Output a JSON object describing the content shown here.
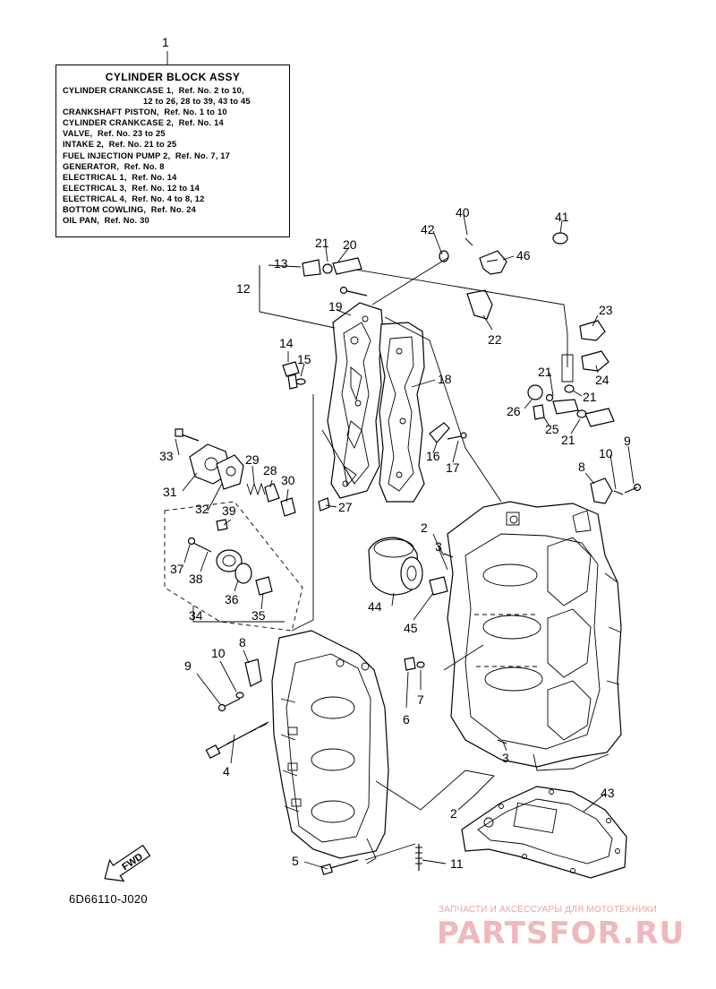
{
  "info_box": {
    "title": "CYLINDER BLOCK ASSY",
    "lines": [
      {
        "text": "CYLINDER CRANKCASE 1,  Ref. No. 2 to 10,",
        "indent": false
      },
      {
        "text": "12 to 26, 28 to 39, 43 to 45",
        "indent": true
      },
      {
        "text": "CRANKSHAFT PISTON,  Ref. No. 1 to 10",
        "indent": false
      },
      {
        "text": "CYLINDER CRANKCASE 2,  Ref. No. 14",
        "indent": false
      },
      {
        "text": "VALVE,  Ref. No. 23 to 25",
        "indent": false
      },
      {
        "text": "INTAKE 2,  Ref. No. 21 to 25",
        "indent": false
      },
      {
        "text": "FUEL INJECTION PUMP 2,  Ref. No. 7, 17",
        "indent": false
      },
      {
        "text": "GENERATOR,  Ref. No. 8",
        "indent": false
      },
      {
        "text": "ELECTRICAL 1,  Ref. No. 14",
        "indent": false
      },
      {
        "text": "ELECTRICAL 3,  Ref. No. 12 to 14",
        "indent": false
      },
      {
        "text": "ELECTRICAL 4,  Ref. No. 4 to 8, 12",
        "indent": false
      },
      {
        "text": "BOTTOM COWLING,  Ref. No. 24",
        "indent": false
      },
      {
        "text": "OIL PAN,  Ref. No. 30",
        "indent": false
      }
    ]
  },
  "callouts": [
    "1",
    "13",
    "21",
    "20",
    "12",
    "19",
    "42",
    "40",
    "41",
    "46",
    "22",
    "23",
    "14",
    "15",
    "18",
    "24",
    "21",
    "21",
    "26",
    "25",
    "21",
    "33",
    "16",
    "17",
    "10",
    "9",
    "8",
    "31",
    "29",
    "28",
    "30",
    "32",
    "27",
    "39",
    "2",
    "3",
    "37",
    "38",
    "44",
    "36",
    "35",
    "45",
    "34",
    "8",
    "10",
    "9",
    "7",
    "6",
    "4",
    "3",
    "43",
    "2",
    "5",
    "11"
  ],
  "fwd_label": "FWD",
  "diagram_code": "6D66110-J020",
  "watermark": {
    "subtitle": "ЗАПЧАСТИ И АКСЕССУАРЫ ДЛЯ МОТОТЕХНИКИ",
    "logo": "PARTSFOR.RU",
    "color": "#efb8ba"
  }
}
